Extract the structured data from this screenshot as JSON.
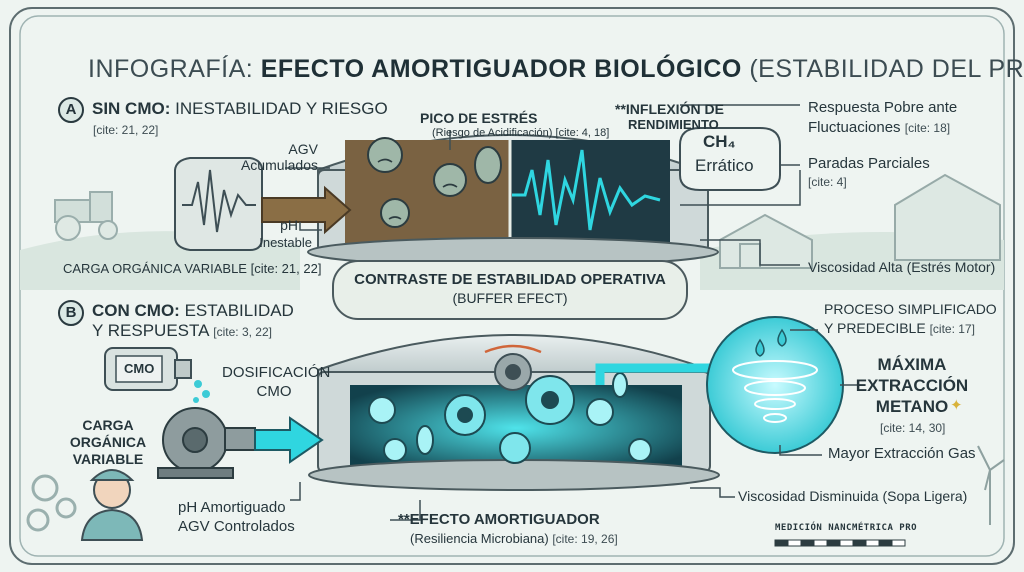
{
  "title": {
    "prefix": "INFOGRAFÍA:",
    "bold": "EFECTO AMORTIGUADOR BIOLÓGICO",
    "suffix": "(ESTABILIDAD DEL PROCESO)"
  },
  "section_a": {
    "letter": "A",
    "bold": "SIN CMO:",
    "rest": "INESTABILIDAD Y RIESGO",
    "cite": "[cite: 21, 22]",
    "agv_l1": "AGV",
    "agv_l2": "Acumulados",
    "ph_l1": "pH",
    "ph_l2": "Inestable",
    "carga": "CARGA ORGÁNICA VARIABLE",
    "carga_cite": "[cite: 21, 22]",
    "pico_title": "PICO DE ESTRÉS",
    "pico_sub": "(Riesgo de Acidificación)",
    "pico_cite": "[cite: 4, 18]",
    "inflexion_l1": "**INFLEXIÓN DE",
    "inflexion_l2": "RENDIMIENTO",
    "ch4": "CH₄",
    "erratico": "Errático",
    "resp_l1": "Respuesta Pobre ante",
    "resp_l2": "Fluctuaciones",
    "resp_cite": "[cite: 18]",
    "paradas": "Paradas Parciales",
    "paradas_cite": "[cite: 4]",
    "viscosidad": "Viscosidad Alta (Estrés Motor)"
  },
  "banner": {
    "line1": "CONTRASTE DE ESTABILIDAD OPERATIVA",
    "line2": "(BUFFER EFECT)"
  },
  "section_b": {
    "letter": "B",
    "bold": "CON CMO:",
    "rest_l1": "ESTABILIDAD",
    "rest_l2": "Y RESPUESTA",
    "cite": "[cite: 3, 22]",
    "bottle_label": "CMO",
    "dosif_l1": "DOSIFICACIÓN",
    "dosif_l2": "CMO",
    "carga_l1": "CARGA",
    "carga_l2": "ORGÁNICA",
    "carga_l3": "VARIABLE",
    "ph_l1": "pH Amortiguado",
    "ph_l2": "AGV Controlados",
    "efecto": "**EFECTO AMORTIGUADOR",
    "efecto_sub": "(Resiliencia Microbiana)",
    "efecto_cite": "[cite: 19, 26]",
    "proceso_l1": "PROCESO SIMPLIFICADO",
    "proceso_l2": "Y PREDECIBLE",
    "proceso_cite": "[cite: 17]",
    "max_l1": "MÁXIMA",
    "max_l2": "EXTRACCIÓN",
    "max_l3": "METANO",
    "max_cite": "[cite: 14, 30]",
    "mayor": "Mayor Extracción Gas",
    "viscosidad": "Viscosidad Disminuida (Sopa Ligera)"
  },
  "stamp": "MEDICIÓN NANCMÉTRICA PRO",
  "colors": {
    "background": "#eef4f1",
    "ink": "#26363c",
    "accent_cyan": "#2fd6e0",
    "digester_dark": "#1f3a44",
    "sludge_brown": "#7a6242"
  }
}
